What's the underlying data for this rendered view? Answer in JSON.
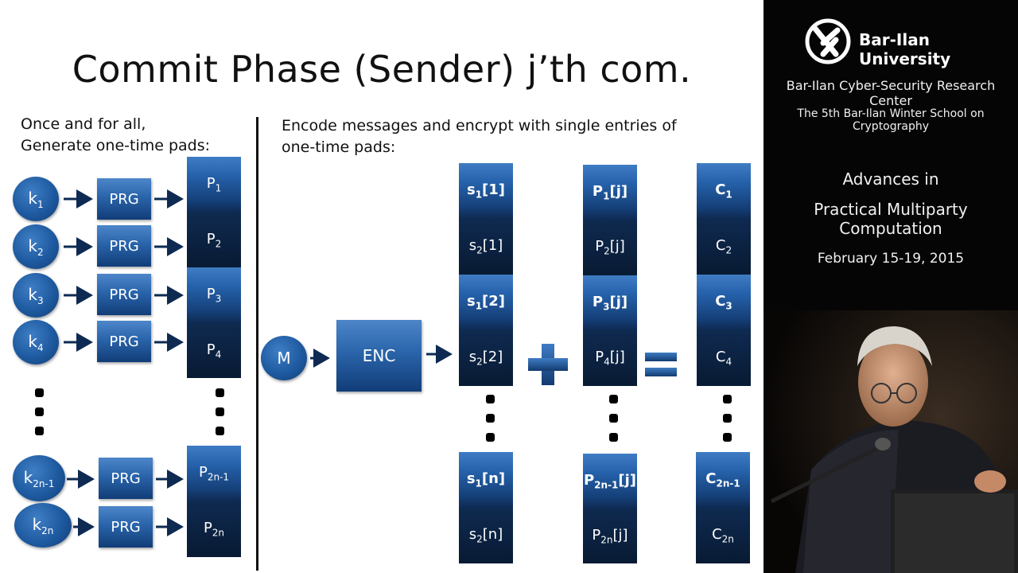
{
  "slide": {
    "title": "Commit Phase (Sender) j’th com.",
    "left_note": [
      "Once and for all,",
      "Generate one-time pads:"
    ],
    "right_note": [
      "Encode messages and encrypt with single entries of",
      "one-time pads:"
    ]
  },
  "keys": [
    "k1",
    "k2",
    "k3",
    "k4",
    "k2n-1",
    "k2n"
  ],
  "keys_sub": [
    [
      "k",
      "1"
    ],
    [
      "k",
      "2"
    ],
    [
      "k",
      "3"
    ],
    [
      "k",
      "4"
    ],
    [
      "k",
      "2n-1"
    ],
    [
      "k",
      "2n"
    ]
  ],
  "prg_label": "PRG",
  "pads": [
    [
      "P",
      "1"
    ],
    [
      "P",
      "2"
    ],
    [
      "P",
      "3"
    ],
    [
      "P",
      "4"
    ],
    [
      "P",
      "2n-1"
    ],
    [
      "P",
      "2n"
    ]
  ],
  "message_label": "M",
  "enc_label": "ENC",
  "s_col": [
    [
      "s",
      "1",
      "[1]"
    ],
    [
      "s",
      "2",
      "[1]"
    ],
    [
      "s",
      "1",
      "[2]"
    ],
    [
      "s",
      "2",
      "[2]"
    ],
    [
      "s",
      "1",
      "[n]"
    ],
    [
      "s",
      "2",
      "[n]"
    ]
  ],
  "p_col": [
    [
      "P",
      "1",
      "[j]"
    ],
    [
      "P",
      "2",
      "[j]"
    ],
    [
      "P",
      "3",
      "[j]"
    ],
    [
      "P",
      "4",
      "[j]"
    ],
    [
      "P",
      "2n-1",
      "[j]"
    ],
    [
      "P",
      "2n",
      "[j]"
    ]
  ],
  "c_col": [
    [
      "C",
      "1",
      ""
    ],
    [
      "C",
      "2",
      ""
    ],
    [
      "C",
      "3",
      ""
    ],
    [
      "C",
      "4",
      ""
    ],
    [
      "C",
      "2n-1",
      ""
    ],
    [
      "C",
      "2n",
      ""
    ]
  ],
  "sidebar": {
    "university": "Bar-Ilan University",
    "center": "Bar-Ilan Cyber-Security Research Center",
    "school": "The 5th Bar-Ilan Winter School on Cryptography",
    "topic_line1": "Advances in",
    "topic_line2": "Practical Multiparty Computation",
    "dates": "February 15-19, 2015"
  }
}
